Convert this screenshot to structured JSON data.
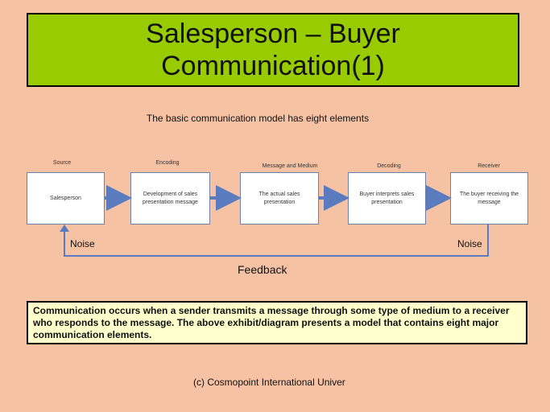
{
  "title": {
    "line1": "Salesperson – Buyer",
    "line2": "Communication(1)"
  },
  "subtitle": "The basic communication model has eight elements",
  "diagram": {
    "stage_labels": [
      "Source",
      "Encoding",
      "Message and Medium",
      "Decoding",
      "Receiver"
    ],
    "nodes": [
      "Salesperson",
      "Development of sales presentation message",
      "The actual sales presentation",
      "Buyer interprets sales presentation",
      "The buyer receiving the message"
    ],
    "noise_left": "Noise",
    "noise_right": "Noise",
    "feedback": "Feedback"
  },
  "description": "Communication occurs when a sender transmits a message through some type of medium to a receiver who responds to the message. The above exhibit/diagram presents a model that contains eight major communication elements.",
  "footer": "(c) Cosmopoint International Univer",
  "colors": {
    "background": "#f6c2a4",
    "title_fill": "#99cc00",
    "description_fill": "#ffffcc",
    "arrow": "#5b7bbf"
  }
}
